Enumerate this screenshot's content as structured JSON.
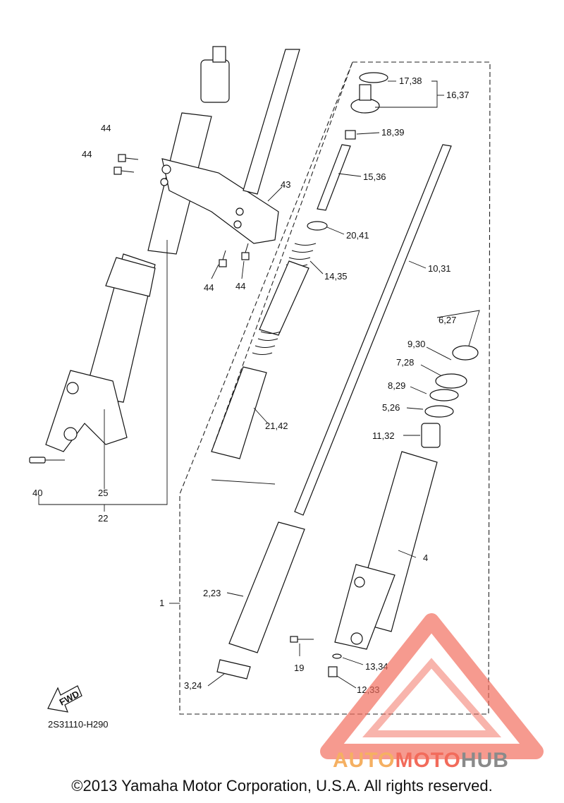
{
  "diagram": {
    "code": "2S31110-H290",
    "fwd_label": "FWD",
    "labels": {
      "p17_38": "17,38",
      "p16_37": "16,37",
      "p18_39": "18,39",
      "p15_36": "15,36",
      "p43": "43",
      "p44a": "44",
      "p44b": "44",
      "p44c": "44",
      "p44d": "44",
      "p20_41": "20,41",
      "p14_35": "14,35",
      "p10_31": "10,31",
      "p6_27": "6,27",
      "p9_30": "9,30",
      "p7_28": "7,28",
      "p8_29": "8,29",
      "p5_26": "5,26",
      "p11_32": "11,32",
      "p21_42": "21,42",
      "p40": "40",
      "p25": "25",
      "p22": "22",
      "p4": "4",
      "p1": "1",
      "p2_23": "2,23",
      "p19": "19",
      "p13_34": "13,34",
      "p12_33": "12,33",
      "p3_24": "3,24"
    }
  },
  "watermark": {
    "part1": "AUTO",
    "part2": "MOTO",
    "part3": "HUB",
    "colors": {
      "red": "#f26b5b",
      "orange": "#f5b062",
      "gray": "#8a8a8a"
    }
  },
  "copyright": "©2013 Yamaha Motor Corporation, U.S.A. All rights reserved."
}
